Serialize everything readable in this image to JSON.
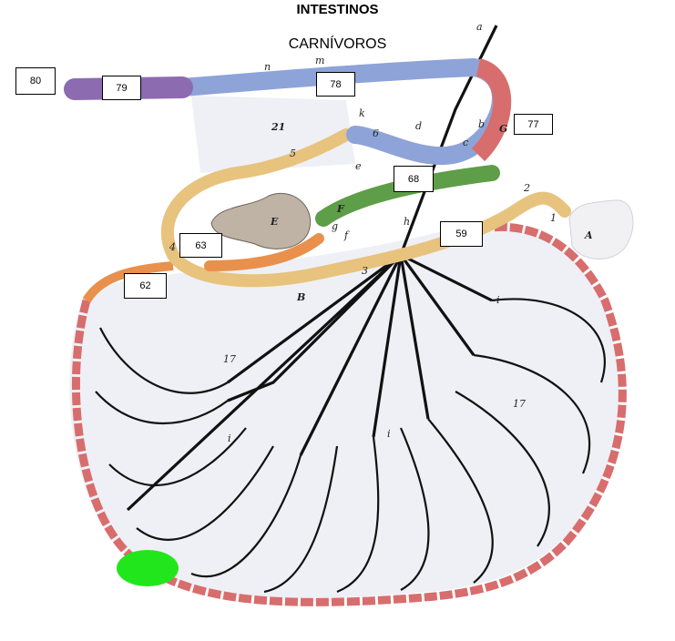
{
  "title": "INTESTINOS",
  "subtitle": "CARNÍVOROS",
  "boxes": [
    "80",
    "79",
    "78",
    "77",
    "68",
    "63",
    "59",
    "62"
  ],
  "annotations": {
    "a": "a",
    "m": "m",
    "n": "n",
    "k": "k",
    "b": "b",
    "c": "c",
    "d": "d",
    "e": "e",
    "f": "f",
    "g": "g",
    "h": "h",
    "G": "G",
    "F": "F",
    "E": "E",
    "A": "A",
    "B": "B",
    "n1": "1",
    "n2": "2",
    "n3": "3",
    "n4": "4",
    "n5": "5",
    "n6": "6",
    "n21": "21",
    "n17a": "17",
    "n17b": "17",
    "i1": "i",
    "i2": "i",
    "i3": "i"
  },
  "colors": {
    "rectum": "#8c6bb0",
    "colon": "#8ea3d8",
    "cecum": "#5e9e48",
    "ileum": "#e8904c",
    "jejunum": "#e7c37e",
    "wall": "#d86d6d",
    "vessel": "#111111",
    "mesentery": "#eef0f5",
    "marker": "#22e61c"
  }
}
